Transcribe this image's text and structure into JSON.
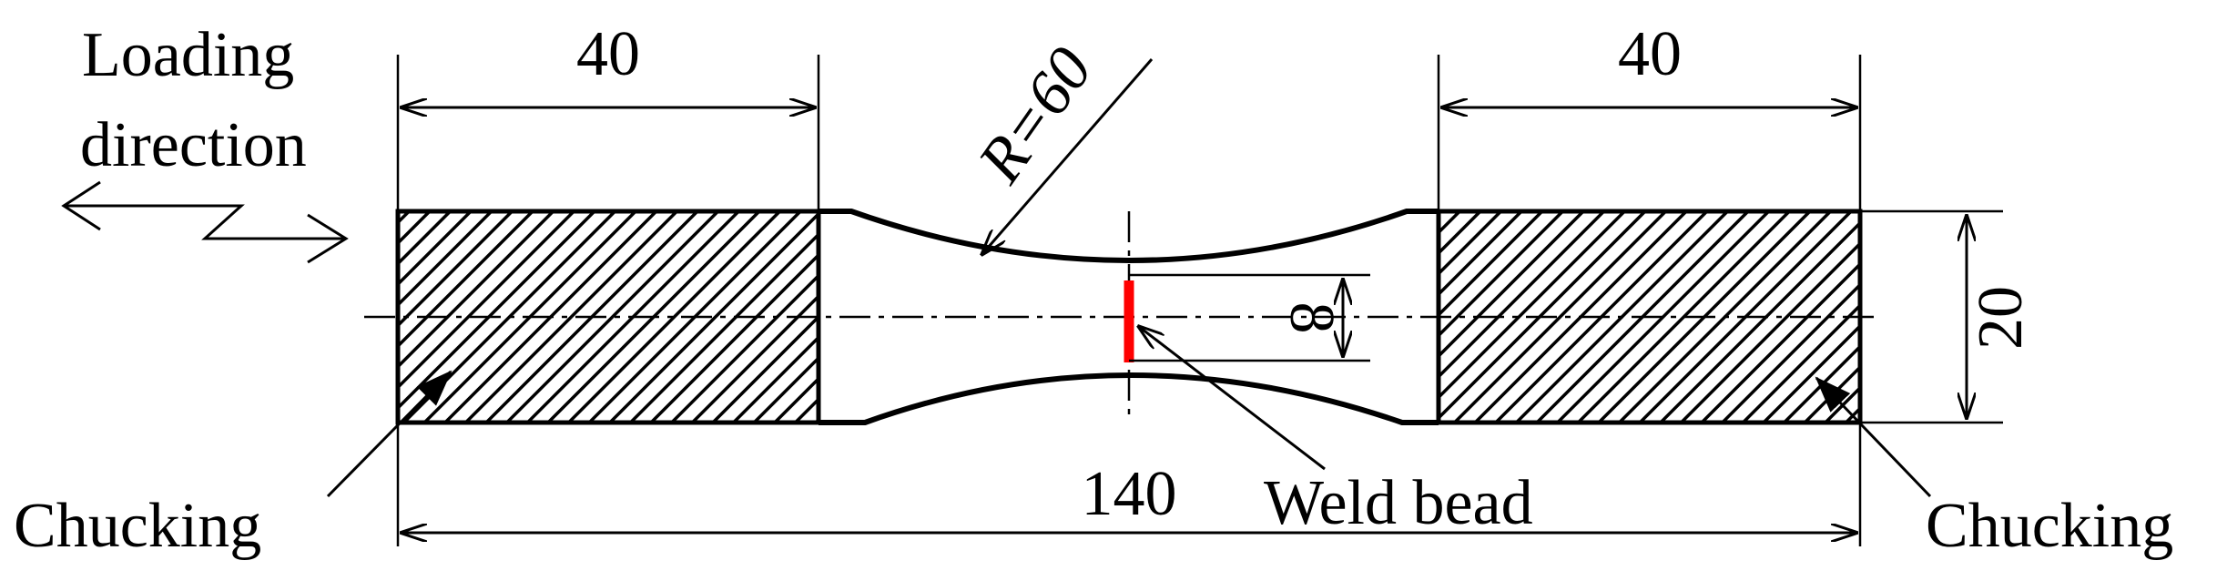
{
  "labels": {
    "loading_line1": "Loading",
    "loading_line2": "direction",
    "left_width": "40",
    "right_width": "40",
    "radius": "R=60",
    "neck_width": "8",
    "grip_width": "20",
    "total_length": "140",
    "weld": "Weld bead",
    "chucking_left": "Chucking",
    "chucking_right": "Chucking"
  },
  "colors": {
    "line": "#000000",
    "weld": "#ff0000",
    "background": "#ffffff"
  },
  "hatch": "diagonal-lines"
}
